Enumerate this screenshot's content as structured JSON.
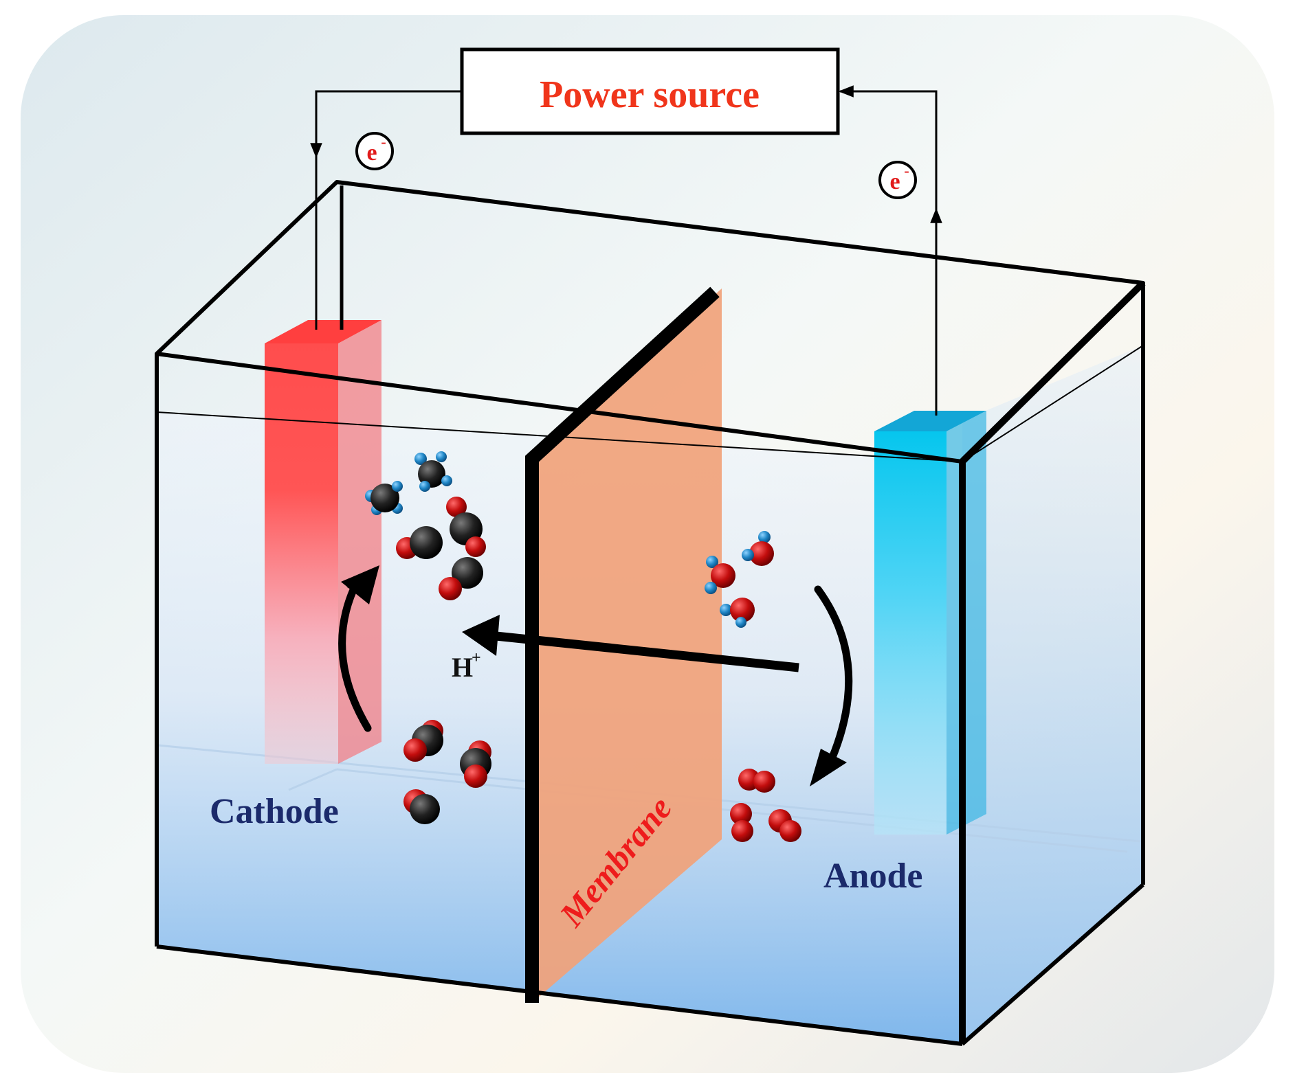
{
  "power_source": {
    "label": "Power source"
  },
  "electron": {
    "symbol": "e",
    "charge": "-"
  },
  "proton": {
    "symbol": "H",
    "charge": "+"
  },
  "labels": {
    "cathode": "Cathode",
    "anode": "Anode",
    "membrane": "Membrane"
  },
  "colors": {
    "power_source_text": "#f0351b",
    "electrode_labels": "#1b2a6b",
    "membrane_text": "#ee1c1c",
    "membrane": "#f1a27a",
    "cathode": "#ff5a5a",
    "anode": "#19bde6",
    "electrolyte": "#9fc8ef",
    "oxygen_atom": "#cc1010",
    "carbon_atom": "#1e1e1e",
    "hydrogen_atom": "#1e86c8"
  }
}
